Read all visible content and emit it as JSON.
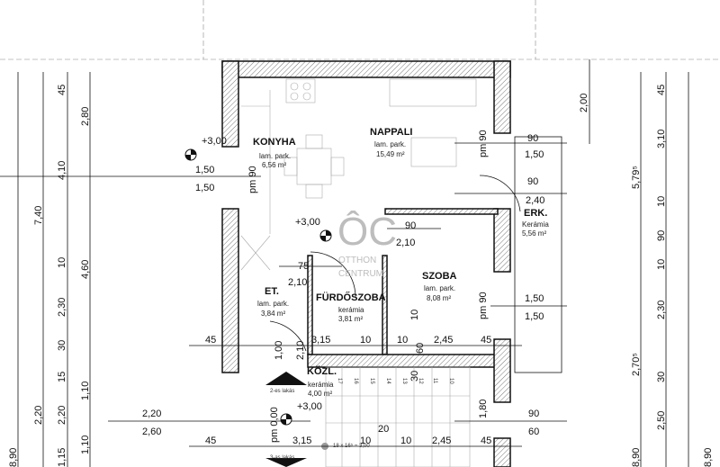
{
  "rooms": {
    "konyha": {
      "name": "KONYHA",
      "floor": "lam. park.",
      "area": "6,56 m²"
    },
    "nappali": {
      "name": "NAPPALI",
      "floor": "lam. park.",
      "area": "15,49 m²"
    },
    "erk": {
      "name": "ERK.",
      "floor": "Kerámia",
      "area": "5,56 m²"
    },
    "szoba": {
      "name": "SZOBA",
      "floor": "lam. park.",
      "area": "8,08 m²"
    },
    "et": {
      "name": "ET.",
      "floor": "lam. park.",
      "area": "3,84 m²"
    },
    "furdo": {
      "name": "FÜRDŐSZOBA",
      "floor": "kerámia",
      "area": "3,81 m²"
    },
    "kozl": {
      "name": "KÖZL.",
      "floor": "kerámia",
      "area": "4,00 m²"
    }
  },
  "levels": [
    "+3,00",
    "+3,00",
    "+3,00"
  ],
  "flats": [
    "2-es lakás",
    "3-as lakás"
  ],
  "watermark": [
    "ÔC",
    "OTTHON",
    "CENTRUM"
  ],
  "stair_note": "18 x 16⁵ = 3,00",
  "stair_steps": [
    "17",
    "16",
    "15",
    "14",
    "13",
    "12",
    "11",
    "10"
  ],
  "dims": [
    "1,50",
    "1,50",
    "pm 90",
    "pm 90",
    "90",
    "1,50",
    "90",
    "2,40",
    "90",
    "2,10",
    "75",
    "2,10",
    "pm 90",
    "1,50",
    "1,50",
    "45",
    "3,15",
    "1,00",
    "2,10",
    "10",
    "10",
    "60",
    "10",
    "2,45",
    "45",
    "30",
    "1,80",
    "90",
    "60",
    "2,20",
    "2,60",
    "pm 0,00",
    "45",
    "3,15",
    "10",
    "20",
    "10",
    "2,45",
    "45"
  ],
  "left_dims": [
    "45",
    "2,80",
    "4,10",
    "7,40",
    "10",
    "4,60",
    "2,30",
    "30",
    "15",
    "1,10",
    "2,20",
    "2,20",
    "1,10",
    "1,15",
    "8,90"
  ],
  "right_dims": [
    "2,00",
    "45",
    "3,10",
    "5,79⁵",
    "10",
    "90",
    "10",
    "2,30",
    "2,70⁵",
    "30",
    "2,50",
    "8,90",
    "8,90"
  ]
}
